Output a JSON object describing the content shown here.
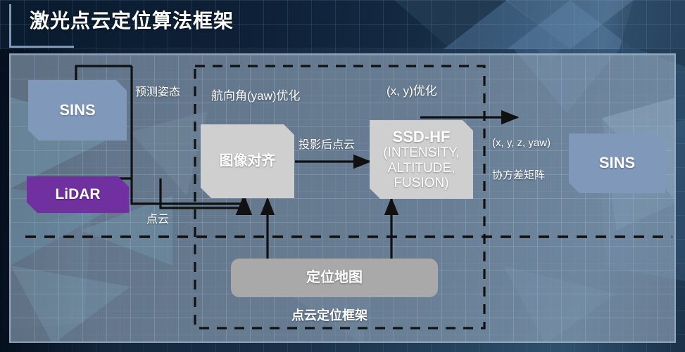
{
  "header": {
    "title": "激光点云定位算法框架",
    "corner_accent_color": "#7f97b3"
  },
  "colors": {
    "sins_box": "#8099bb",
    "lidar_box": "#7030a0",
    "process_box": "#cfcfcf",
    "map_box": "#a9a9a9",
    "wire": "#111111",
    "panel": "#96aabe",
    "header_bg": "#0e2138"
  },
  "diagram": {
    "nodes": {
      "sins_left": {
        "label": "SINS"
      },
      "lidar": {
        "label": "LiDAR"
      },
      "image_align": {
        "label": "图像对齐"
      },
      "ssd_hf": {
        "label": "SSD-HF",
        "sub_line1": "(INTENSITY,",
        "sub_line2": "ALTITUDE,",
        "sub_line3": "FUSION)"
      },
      "map": {
        "label": "定位地图"
      },
      "sins_right": {
        "label": "SINS"
      }
    },
    "labels": {
      "predicted_pose": "预测姿态",
      "yaw_opt": "航向角(yaw)优化",
      "xy_opt": "(x, y)优化",
      "projected_cloud": "投影后点云",
      "point_cloud": "点云",
      "output_state": "(x, y, z, yaw)",
      "covariance": "协方差矩阵",
      "framework_caption": "点云定位框架"
    }
  }
}
